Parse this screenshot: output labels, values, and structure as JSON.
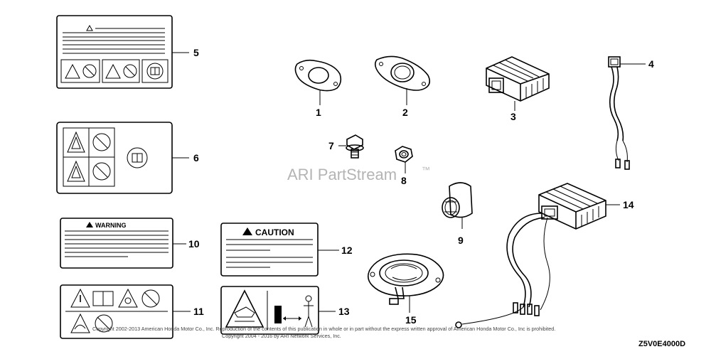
{
  "watermark": {
    "text": "ARI PartStream",
    "tm": "™"
  },
  "copyright": {
    "line1": "Copyright 2002-2013 American Honda Motor Co., Inc. Reproduction of the contents of this publication in whole or in part without the express written approval of American Honda Motor Co., Inc is prohibited.",
    "line2": "Copyright 2004 - 2016 by ARI Network Services, Inc."
  },
  "diagram_code": "Z5V0E4000D",
  "labels": {
    "warning": "WARNING",
    "caution": "CAUTION"
  },
  "callouts": {
    "c1": "1",
    "c2": "2",
    "c3": "3",
    "c4": "4",
    "c5": "5",
    "c6": "6",
    "c7": "7",
    "c8": "8",
    "c9": "9",
    "c10": "10",
    "c11": "11",
    "c12": "12",
    "c13": "13",
    "c14": "14",
    "c15": "15"
  }
}
